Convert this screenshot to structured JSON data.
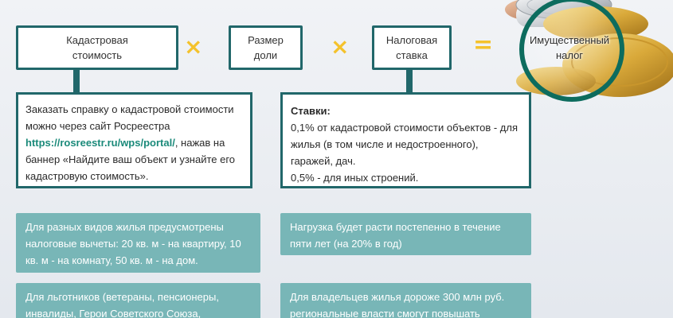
{
  "flow": {
    "box1": "Кадастровая\nстоимость",
    "op1": "×",
    "box2": "Размер\nдоли",
    "op2": "×",
    "box3": "Налоговая\nставка",
    "op3": "=",
    "result": "Имущественный\nналог"
  },
  "info_left": {
    "text_before": "Заказать справку о кадастровой стоимости можно через сайт Росреестра ",
    "link": "https://rosreestr.ru/wps/portal/",
    "text_after": ", нажав на баннер «Найдите ваш объект и узнайте его кадастровую стоимость»."
  },
  "info_right": {
    "heading": "Ставки:",
    "line1": "0,1% от кадастровой стоимости объектов - для жилья (в том числе и недостроенного), гаражей, дач.",
    "line2": "0,5% - для иных строений."
  },
  "notes": {
    "left1": "Для разных видов жилья предусмотрены налоговые вычеты: 20 кв. м - на квартиру, 10 кв. м - на комнату, 50 кв. м - на дом.",
    "right1": "Нагрузка будет расти постепенно в течение пяти лет (на 20% в год)",
    "left2": "Для льготников (ветераны, пенсионеры, инвалиды, Герои Советского Союза,",
    "right2": "Для владельцев жилья дороже 300 млн руб. региональные власти смогут повышать"
  },
  "colors": {
    "border": "#21676a",
    "operator": "#f4c22c",
    "note_bg": "#78b6b7",
    "link": "#1b8a7a"
  }
}
